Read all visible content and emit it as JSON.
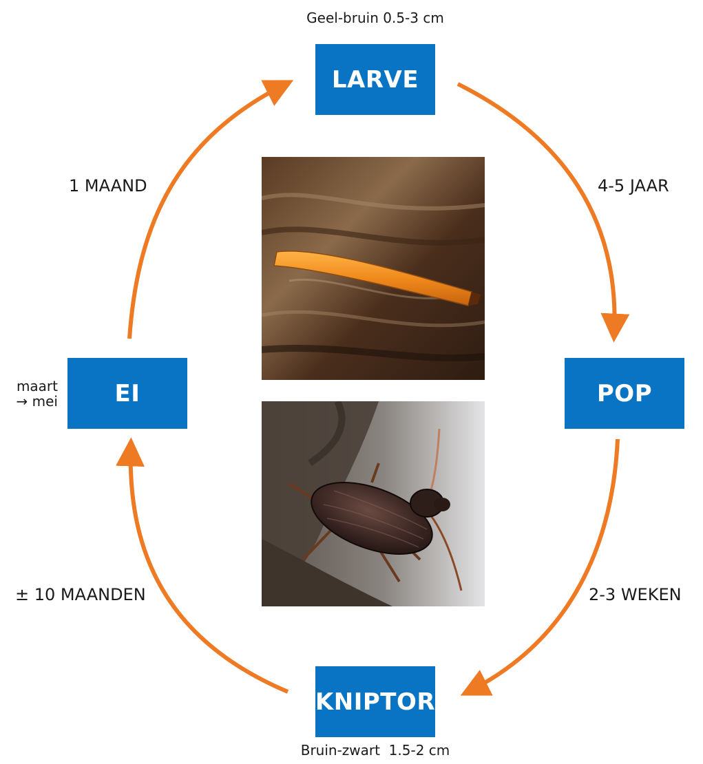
{
  "colors": {
    "stage_box": "#0a74c4",
    "arrow": "#ef7a24",
    "stage_text": "#ffffff"
  },
  "stages": {
    "larve": {
      "label": "LARVE",
      "caption": "Geel-bruin 0.5-3 cm"
    },
    "pop": {
      "label": "POP"
    },
    "kniptor": {
      "label": "KNIPTOR",
      "caption": "Bruin-zwart  1.5-2 cm"
    },
    "ei": {
      "label": "EI",
      "period_line1": "maart",
      "period_line2": "→ mei"
    }
  },
  "transitions": {
    "ei_to_larve": "1 MAAND",
    "larve_to_pop": "4-5 JAAR",
    "pop_to_kniptor": "2-3 WEKEN",
    "kniptor_to_ei": "± 10 MAANDEN"
  },
  "images": {
    "top": {
      "subject": "orange wireworm larva on wood"
    },
    "bottom": {
      "subject": "dark brown click beetle on soil"
    }
  }
}
